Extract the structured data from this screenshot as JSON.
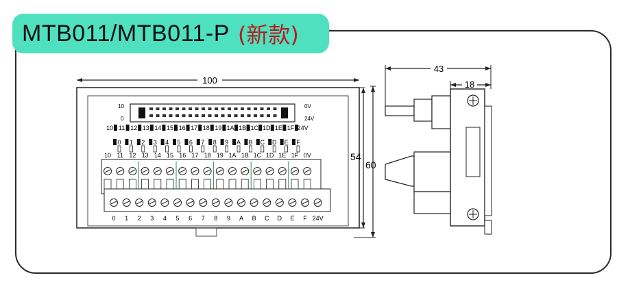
{
  "title": {
    "model": "MTB011/MTB011-P",
    "variant": "(新款)"
  },
  "dimensions": {
    "width": "100",
    "height_inner": "54",
    "height_outer": "60",
    "depth": "43",
    "rail": "18"
  },
  "connector": {
    "left_top": "10",
    "left_bottom": "0",
    "right_top": "0V",
    "right_bottom": "24V"
  },
  "led_row1": [
    "10",
    "11",
    "12",
    "13",
    "14",
    "15",
    "16",
    "17",
    "18",
    "19",
    "1A",
    "1B",
    "1C",
    "1D",
    "1E",
    "1F",
    "24V"
  ],
  "led_row2": [
    "0",
    "1",
    "2",
    "3",
    "4",
    "5",
    "6",
    "7",
    "8",
    "9",
    "A",
    "B",
    "C",
    "D",
    "E",
    "F"
  ],
  "top_terminals": [
    "10",
    "11",
    "12",
    "13",
    "14",
    "15",
    "16",
    "17",
    "18",
    "19",
    "1A",
    "1B",
    "1C",
    "1D",
    "1E",
    "1F",
    "0V"
  ],
  "bottom_terminals": [
    "0",
    "1",
    "2",
    "3",
    "4",
    "5",
    "6",
    "7",
    "8",
    "9",
    "A",
    "B",
    "C",
    "D",
    "E",
    "F",
    "24V"
  ],
  "colors": {
    "accent": "#4fe0c0",
    "variant_text": "#b51c1c",
    "terminal_green": "#2e8b57"
  }
}
